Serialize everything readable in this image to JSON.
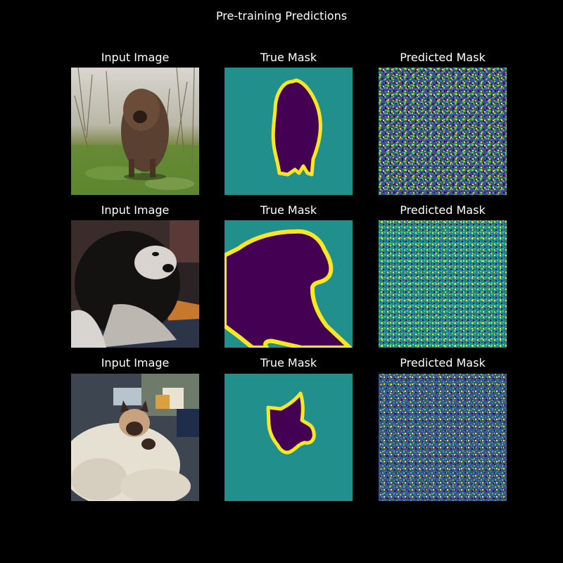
{
  "figure": {
    "title": "Pre-training Predictions"
  },
  "columns": {
    "input": "Input Image",
    "true_mask": "True Mask",
    "predicted_mask": "Predicted Mask"
  },
  "colors": {
    "background": "#000000",
    "mask_background": "#21908c",
    "mask_object": "#440154",
    "mask_border": "#fde725",
    "noise_palette": [
      "#440154",
      "#3b528b",
      "#21908c",
      "#5ec962",
      "#fde725"
    ]
  },
  "rows": [
    {
      "input_subject": "brown long-haired dog standing on grass"
    },
    {
      "input_subject": "black and white long-haired dog, close-up"
    },
    {
      "input_subject": "siamese cat wrapped in a white blanket"
    }
  ]
}
